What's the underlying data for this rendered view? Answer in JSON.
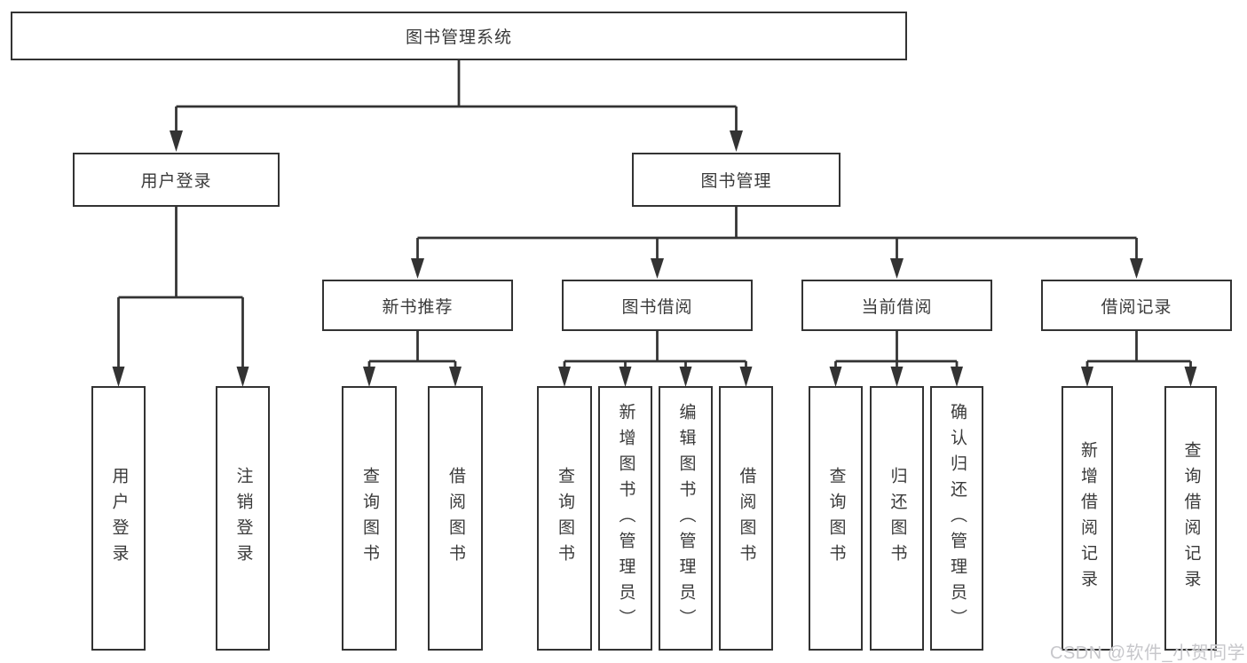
{
  "diagram": {
    "root": {
      "label": "图书管理系统"
    },
    "branches": [
      {
        "label": "用户登录",
        "leaves": [
          {
            "label": "用户登录"
          },
          {
            "label": "注销登录"
          }
        ]
      },
      {
        "label": "图书管理",
        "groups": [
          {
            "label": "新书推荐",
            "leaves": [
              {
                "label": "查询图书"
              },
              {
                "label": "借阅图书"
              }
            ]
          },
          {
            "label": "图书借阅",
            "leaves": [
              {
                "label": "查询图书"
              },
              {
                "label": "新增图书（管理员）"
              },
              {
                "label": "编辑图书（管理员）"
              },
              {
                "label": "借阅图书"
              }
            ]
          },
          {
            "label": "当前借阅",
            "leaves": [
              {
                "label": "查询图书"
              },
              {
                "label": "归还图书"
              },
              {
                "label": "确认归还（管理员）"
              }
            ]
          },
          {
            "label": "借阅记录",
            "leaves": [
              {
                "label": "新增借阅记录"
              },
              {
                "label": "查询借阅记录"
              }
            ]
          }
        ]
      }
    ]
  },
  "watermark": {
    "text": "CSDN @软件_小贺同学"
  },
  "colors": {
    "line": "#333333",
    "box_border": "#333333",
    "box_fill": "#ffffff",
    "text": "#3a3a3a",
    "watermark": "#c7c7cb",
    "background": "#ffffff"
  }
}
